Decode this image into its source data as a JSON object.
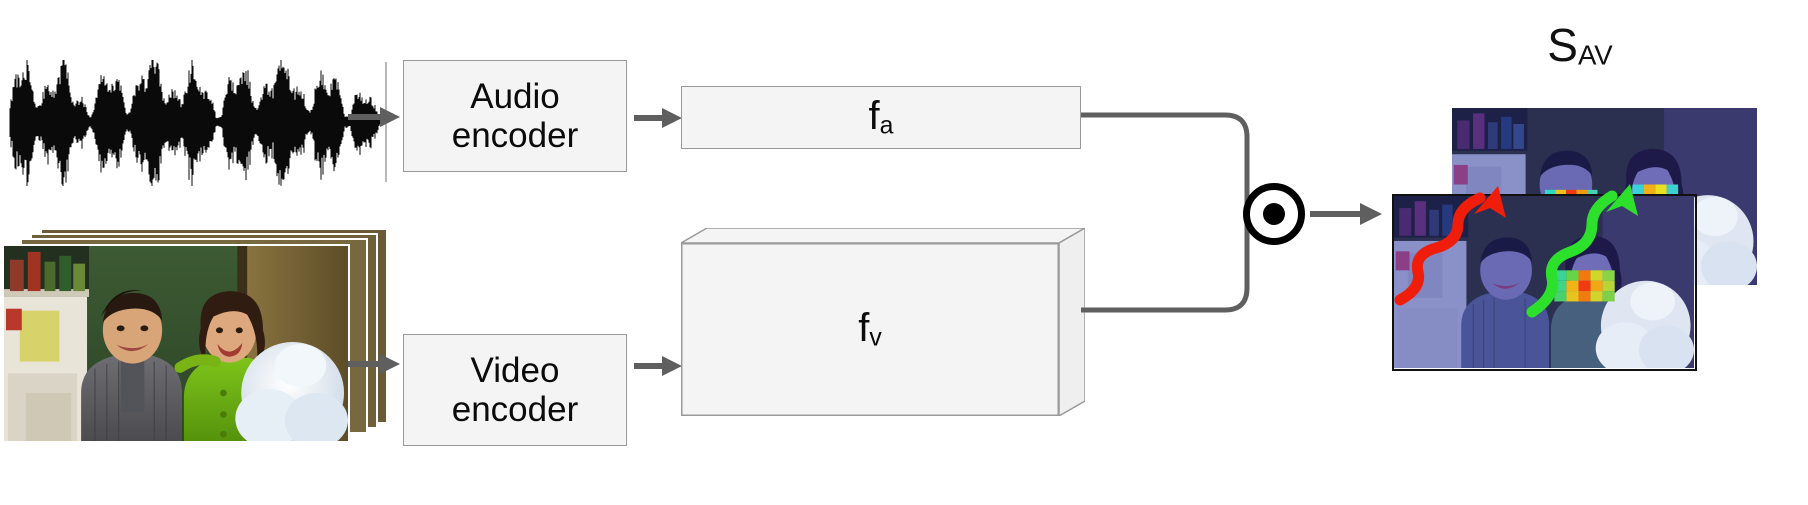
{
  "diagram": {
    "title_sav": "S",
    "title_sav_sub": "AV",
    "audio_encoder_line1": "Audio",
    "audio_encoder_line2": "encoder",
    "video_encoder_line1": "Video",
    "video_encoder_line2": "encoder",
    "fa_symbol": "f",
    "fa_subscript": "a",
    "fv_symbol": "f",
    "fv_subscript": "v",
    "dot_product_symbol": "⊙"
  },
  "icons": {
    "waveform": "audio-waveform-icon",
    "arrow": "right-arrow-icon",
    "dot_product": "dot-product-icon",
    "red_arrow": "red-squiggly-arrow-icon",
    "green_arrow": "green-squiggly-arrow-icon"
  },
  "colors": {
    "box_fill": "#f4f4f4",
    "box_stroke": "#9a9a9a",
    "arrow": "#5f5f5f",
    "waveform": "#0a0a0a",
    "red_arrow": "#f01d0a",
    "green_arrow": "#2ce02c",
    "heat_tint": "#1c1eb4",
    "text": "#0b0b0b"
  },
  "media": {
    "input_frames_count": 4,
    "output_frames_count": 2,
    "scene_description": "sitcom scene with two people and a white fluffy object",
    "heatmap_regions": [
      "left-face-mouth",
      "right-face-mouth",
      "center-face-mouth"
    ]
  }
}
